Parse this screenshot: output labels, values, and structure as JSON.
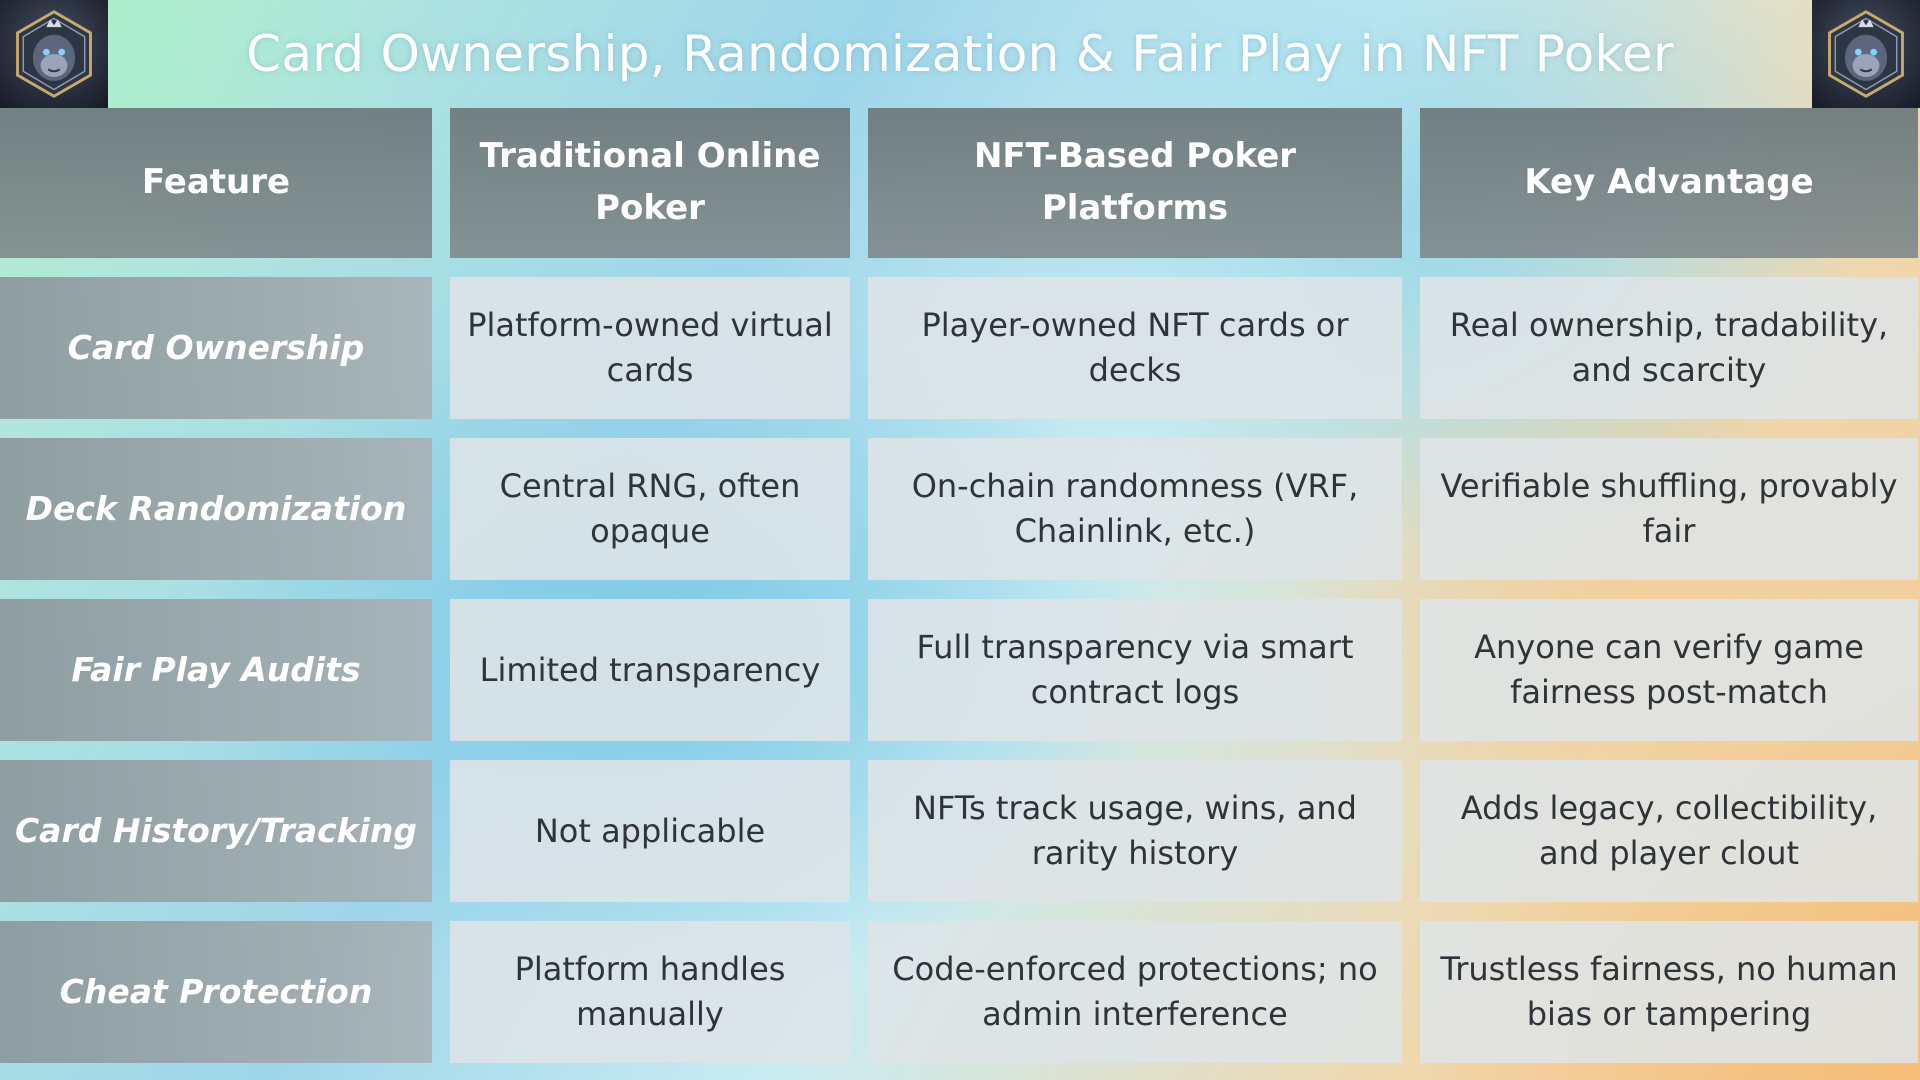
{
  "title": "Card Ownership, Randomization & Fair Play in NFT Poker",
  "colors": {
    "header_bg": "#737f82",
    "row_label_bg": "#9aa6aa",
    "cell_bg": "#dee4e6",
    "cell_text": "#2f3439",
    "header_text": "#ffffff"
  },
  "logo": {
    "icon": "gorilla-crest-icon"
  },
  "table": {
    "headers": [
      "Feature",
      "Traditional Online Poker",
      "NFT-Based Poker Platforms",
      "Key Advantage"
    ],
    "rows": [
      {
        "feature": "Card Ownership",
        "traditional": "Platform-owned virtual cards",
        "nft": "Player-owned NFT cards or decks",
        "advantage": "Real ownership, tradability, and scarcity"
      },
      {
        "feature": "Deck Randomization",
        "traditional": "Central RNG, often opaque",
        "nft": "On-chain randomness (VRF, Chainlink, etc.)",
        "advantage": "Verifiable shuffling, provably fair"
      },
      {
        "feature": "Fair Play Audits",
        "traditional": "Limited transparency",
        "nft": "Full transparency via smart contract logs",
        "advantage": "Anyone can verify game fairness post-match"
      },
      {
        "feature": "Card History/Tracking",
        "traditional": "Not applicable",
        "nft": "NFTs track usage, wins, and rarity history",
        "advantage": "Adds legacy, collectibility, and player clout"
      },
      {
        "feature": "Cheat Protection",
        "traditional": "Platform handles manually",
        "nft": "Code-enforced protections; no admin interference",
        "advantage": "Trustless fairness, no human bias or tampering"
      }
    ]
  }
}
